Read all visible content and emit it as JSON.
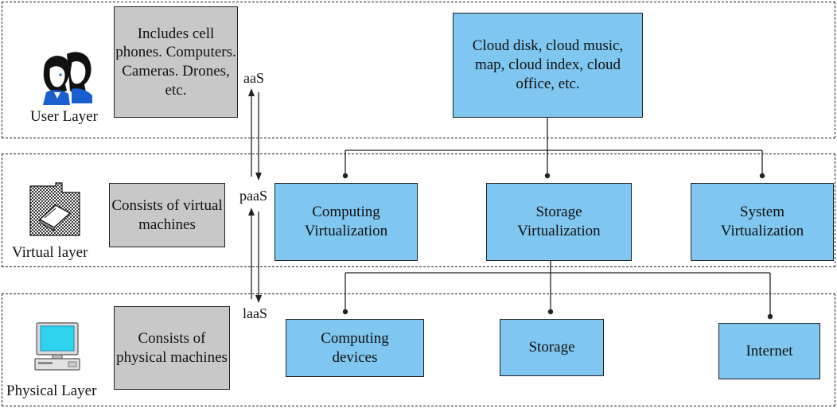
{
  "layers": {
    "user": {
      "name": "User Layer",
      "devices": "Includes cell phones. Computers. Cameras. Drones, etc.",
      "apps": "Cloud disk, cloud music, map, cloud index, cloud office, etc."
    },
    "virtual": {
      "name": "Virtual layer",
      "description": "Consists of virtual machines",
      "computing": "Computing Virtualization",
      "storage": "Storage Virtualization",
      "system": "System Virtualization"
    },
    "physical": {
      "name": "Physical Layer",
      "description": "Consists of physical machines",
      "computing": "Computing devices",
      "storage": "Storage",
      "internet": "Internet"
    }
  },
  "service_labels": {
    "top": "aaS",
    "middle": "paaS",
    "bottom": "laaS"
  },
  "icons": {
    "user": "users-icon",
    "virtual": "virtual-machine-icon",
    "physical": "desktop-computer-icon"
  },
  "colors": {
    "component_fill": "#7fc6f0",
    "description_fill": "#c8c8c8",
    "line": "#222222"
  }
}
